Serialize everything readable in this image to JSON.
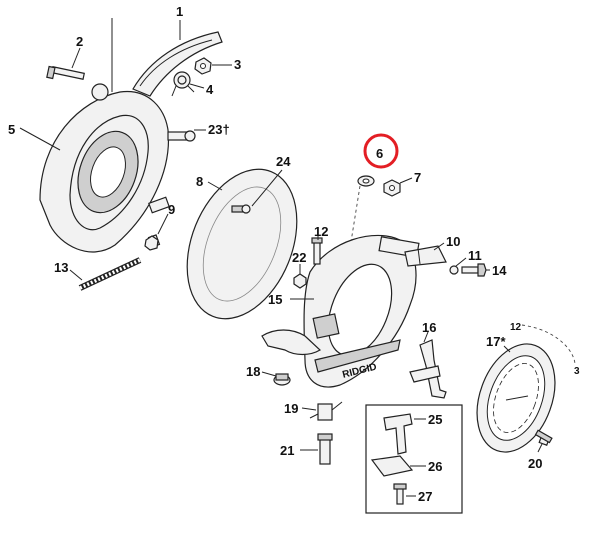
{
  "parts": [
    {
      "key": "p1",
      "label": "1"
    },
    {
      "key": "p2",
      "label": "2"
    },
    {
      "key": "p3",
      "label": "3"
    },
    {
      "key": "p4",
      "label": "4"
    },
    {
      "key": "p5",
      "label": "5"
    },
    {
      "key": "p6",
      "label": "6"
    },
    {
      "key": "p7",
      "label": "7"
    },
    {
      "key": "p8",
      "label": "8"
    },
    {
      "key": "p9",
      "label": "9"
    },
    {
      "key": "p10",
      "label": "10"
    },
    {
      "key": "p11",
      "label": "11"
    },
    {
      "key": "p12",
      "label": "12"
    },
    {
      "key": "p13",
      "label": "13"
    },
    {
      "key": "p14",
      "label": "14"
    },
    {
      "key": "p15",
      "label": "15"
    },
    {
      "key": "p16",
      "label": "16"
    },
    {
      "key": "p17",
      "label": "17*"
    },
    {
      "key": "p18",
      "label": "18"
    },
    {
      "key": "p19",
      "label": "19"
    },
    {
      "key": "p20",
      "label": "20"
    },
    {
      "key": "p21",
      "label": "21"
    },
    {
      "key": "p22",
      "label": "22"
    },
    {
      "key": "p23",
      "label": "23†"
    },
    {
      "key": "p24",
      "label": "24"
    },
    {
      "key": "p25",
      "label": "25"
    },
    {
      "key": "p26",
      "label": "26"
    },
    {
      "key": "p27",
      "label": "27"
    }
  ],
  "dial": {
    "tick_top": "12",
    "tick_right": "3"
  },
  "plate_text": "RIDGID",
  "highlight": {
    "part": "6",
    "color": "#e31e24"
  }
}
